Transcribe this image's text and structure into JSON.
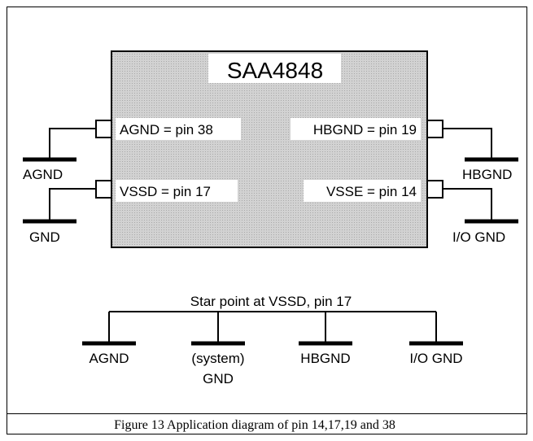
{
  "chip": {
    "name": "SAA4848",
    "pins": {
      "agnd_label": "AGND = pin 38",
      "vssd_label": "VSSD = pin 17",
      "hbgnd_label": "HBGND = pin 19",
      "vsse_label": "VSSE = pin 14"
    }
  },
  "grounds": {
    "left_top": "AGND",
    "left_bottom": "GND",
    "right_top": "HBGND",
    "right_bottom": "I/O GND"
  },
  "star_point": {
    "title": "Star point at VSSD, pin 17",
    "branches": [
      {
        "line1": "AGND",
        "line2": ""
      },
      {
        "line1": "(system)",
        "line2": "GND"
      },
      {
        "line1": "HBGND",
        "line2": ""
      },
      {
        "line1": "I/O GND",
        "line2": ""
      }
    ]
  },
  "caption": "Figure 13 Application diagram of pin 14,17,19 and 38"
}
